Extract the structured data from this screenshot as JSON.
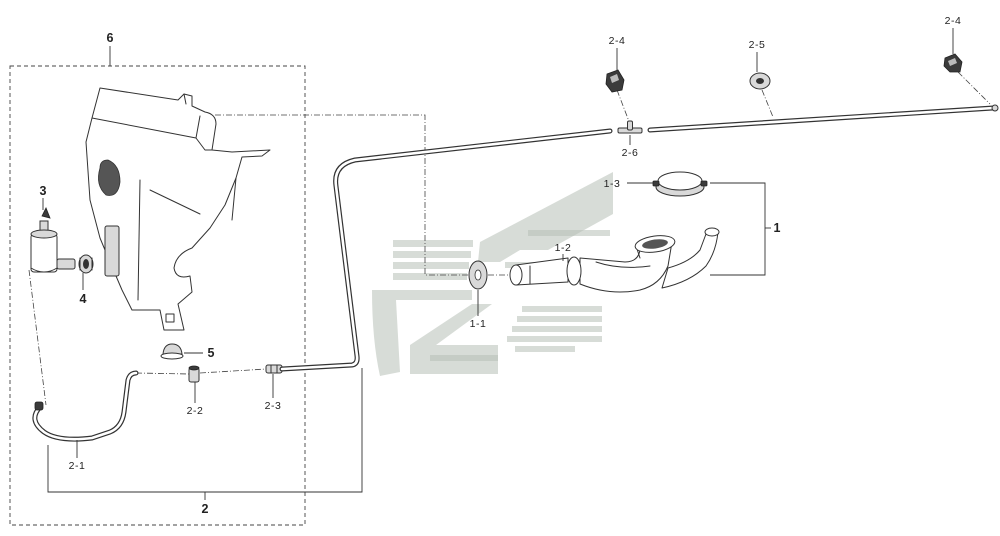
{
  "figure": {
    "callouts": {
      "label_6": "6",
      "label_3": "3",
      "label_4": "4",
      "label_5": "5",
      "label_2_2": "2-2",
      "label_2_3": "2-3",
      "label_2_1": "2-1",
      "label_2": "2",
      "label_2_4_left": "2-4",
      "label_2_5": "2-5",
      "label_2_4_right": "2-4",
      "label_2_6": "2-6",
      "label_1_3": "1-3",
      "label_1": "1",
      "label_1_2": "1-2",
      "label_1_1": "1-1"
    },
    "colors": {
      "background": "#ffffff",
      "line": "#333333",
      "watermark": "#b7c0b7"
    }
  }
}
